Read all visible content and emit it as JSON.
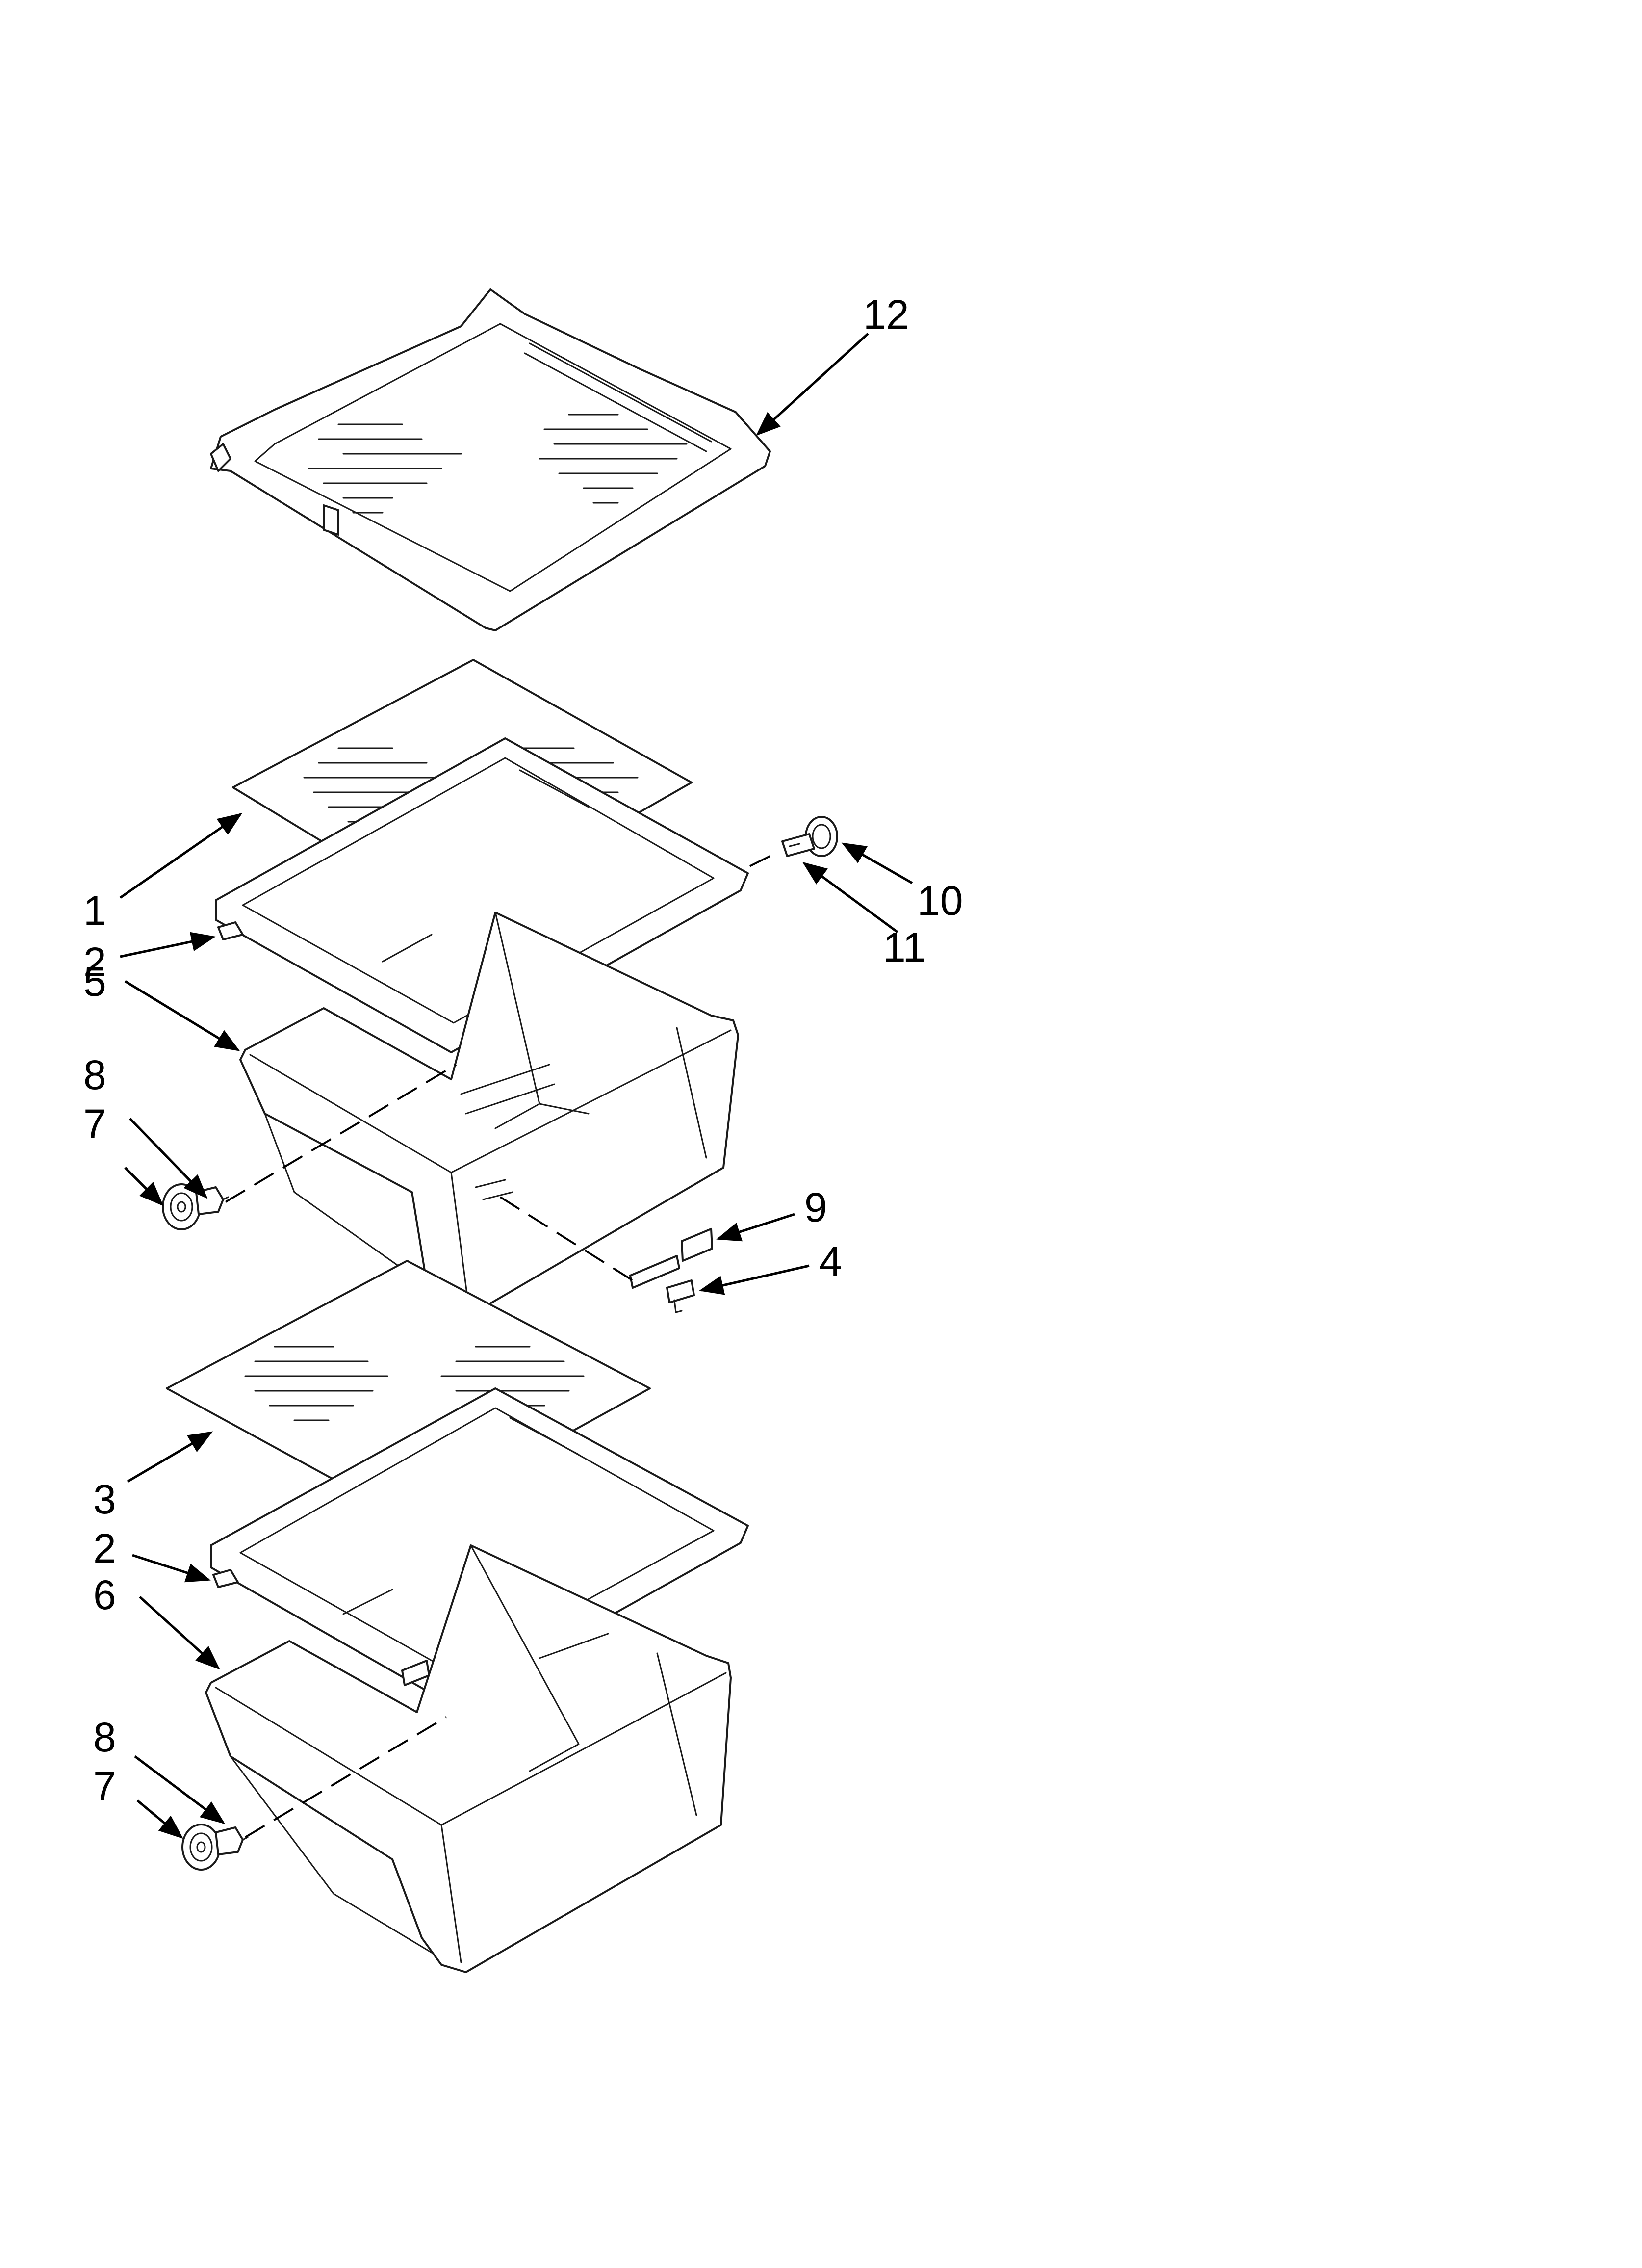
{
  "callouts": {
    "c12": "12",
    "c1": "1",
    "c2_upper": "2",
    "c5": "5",
    "c8_upper": "8",
    "c7_upper": "7",
    "c10": "10",
    "c11": "11",
    "c9": "9",
    "c4": "4",
    "c3": "3",
    "c2_lower": "2",
    "c6": "6",
    "c8_lower": "8",
    "c7_lower": "7"
  },
  "parts": [
    "shelf-12",
    "glass-cover-1",
    "crisper-frame-2-upper",
    "crisper-drawer-5",
    "roller-wheel-7-upper",
    "roller-axle-8-upper",
    "pin-10",
    "clip-11",
    "control-slide-9",
    "humidity-control-4",
    "glass-cover-3",
    "crisper-frame-2-lower",
    "crisper-drawer-6",
    "roller-wheel-7-lower",
    "roller-axle-8-lower"
  ]
}
